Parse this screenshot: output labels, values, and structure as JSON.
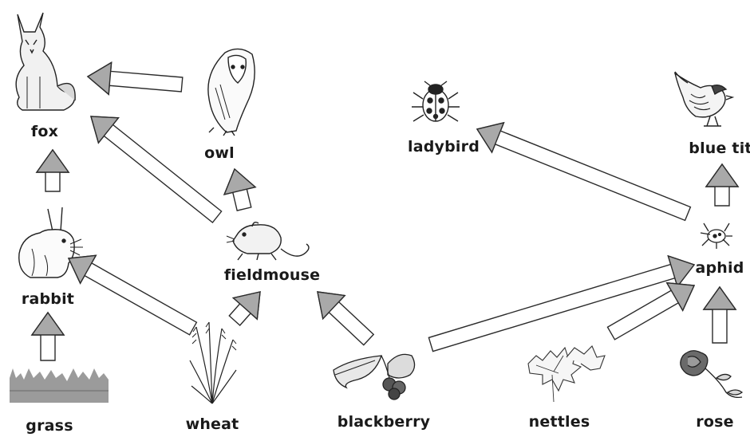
{
  "diagram": {
    "type": "food-web",
    "organisms": {
      "fox": "fox",
      "owl": "owl",
      "ladybird": "ladybird",
      "blue_tit": "blue tit",
      "rabbit": "rabbit",
      "fieldmouse": "fieldmouse",
      "aphid": "aphid",
      "grass": "grass",
      "wheat": "wheat",
      "blackberry": "blackberry",
      "nettles": "nettles",
      "rose": "rose"
    },
    "arrows": [
      {
        "from": "owl",
        "to": "fox"
      },
      {
        "from": "fieldmouse",
        "to": "fox"
      },
      {
        "from": "rabbit",
        "to": "fox"
      },
      {
        "from": "fieldmouse",
        "to": "owl"
      },
      {
        "from": "grass",
        "to": "rabbit"
      },
      {
        "from": "wheat",
        "to": "rabbit"
      },
      {
        "from": "wheat",
        "to": "fieldmouse"
      },
      {
        "from": "blackberry",
        "to": "fieldmouse"
      },
      {
        "from": "blackberry",
        "to": "aphid"
      },
      {
        "from": "nettles",
        "to": "aphid"
      },
      {
        "from": "rose",
        "to": "aphid"
      },
      {
        "from": "aphid",
        "to": "blue_tit"
      },
      {
        "from": "aphid",
        "to": "ladybird"
      }
    ],
    "colors": {
      "arrow_fill": "#a9a9a9",
      "arrow_stroke": "#2b2b2b",
      "ink": "#222222",
      "grass_shade": "#8a8a8a"
    }
  }
}
